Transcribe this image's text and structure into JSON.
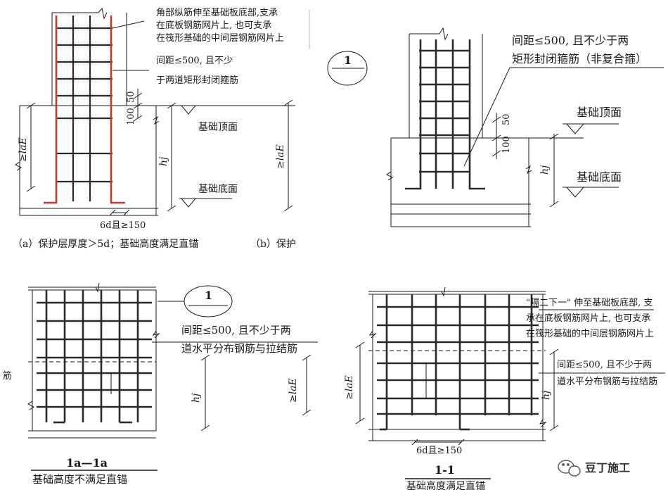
{
  "colors": {
    "line": "#1a1a1a",
    "bar": "#2a2a2a",
    "red_bar": "#c0392b",
    "paper": "#ffffff"
  },
  "panel_a": {
    "note1": [
      "角部纵筋伸至基础板底部,支承",
      "在底板钢筋网片上, 也可支承",
      "在筏形基础的中间层钢筋网片上"
    ],
    "note2": [
      "间距≤500, 且不少",
      "于两道矩形封闭箍筋"
    ],
    "dim_50": "50",
    "dim_100": "100",
    "top_label": "基础顶面",
    "bottom_label": "基础底面",
    "hj": "hj",
    "lae_left": "≥laE",
    "lae_right": "≥laE",
    "bottom_dim": "6d且≥150",
    "caption": "（a）保护层厚度＞5d；基础高度满足直锚",
    "caption_b": "（b）保护"
  },
  "panel_b": {
    "section_no": "1",
    "note": [
      "间距≤500, 且不少于两",
      "矩形封闭箍筋（非复合箍）"
    ],
    "dim_50": "50",
    "dim_100": "100",
    "top_label": "基础顶面",
    "bottom_label": "基础底面",
    "hj": "hj"
  },
  "panel_c": {
    "section_no": "1",
    "note": [
      "间距≤500, 且不少于两",
      "道水平分布钢筋与拉结筋"
    ],
    "hj": "hj",
    "lae": "≥laE",
    "side_char": "筋",
    "title": "1a—1a",
    "subtitle": "基础高度不满足直锚"
  },
  "panel_d": {
    "note1": [
      "\"隔二下一\" 伸至基础板底部, 支",
      "承在底板钢筋网片上, 也可支承",
      "在筏形基础的中间层钢筋网片上"
    ],
    "note2": [
      "间距≤500, 且不少于两",
      "道水平分布钢筋与拉结筋"
    ],
    "lae": "≥laE",
    "hj": "hj",
    "bottom_dim": "6d且≥150",
    "title": "1-1",
    "subtitle": "基础高度满足直锚"
  },
  "watermark": {
    "icon": "wechat-icon",
    "text": "豆丁施工"
  }
}
